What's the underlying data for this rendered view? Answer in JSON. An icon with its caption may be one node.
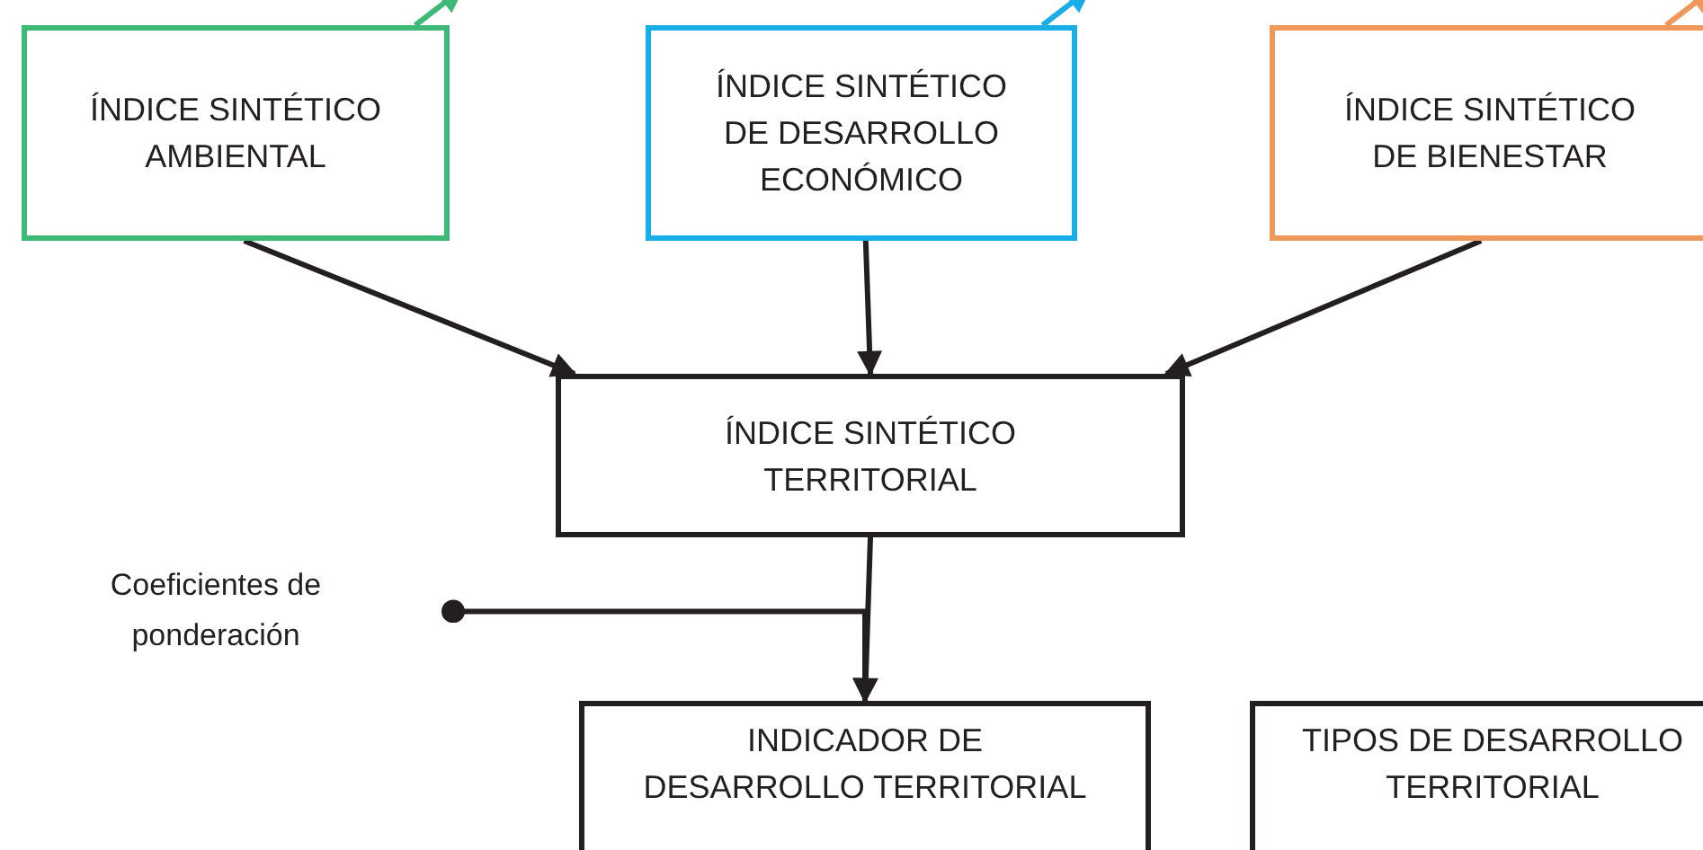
{
  "diagram": {
    "nodes": [
      {
        "text": [
          "ÍNDICE SINTÉTICO AMBIENTAL"
        ]
      },
      {
        "text": [
          "ÍNDICE SINTÉTICO DE DESARROLLO ECONÓMICO"
        ]
      },
      {
        "text": [
          "ÍNDICE SINTÉTICO DE BIENESTAR"
        ]
      },
      {
        "text": [
          "ÍNDICE SINTÉTICO TERRITORIAL"
        ]
      },
      {
        "text": [
          "Coeficientes de ponderación"
        ]
      },
      {
        "text": [
          "INDICADOR DE DESARROLLO TERRITORIAL"
        ]
      },
      {
        "text": [
          "TIPOS DE DESARROLLO TERRITORIAL"
        ]
      }
    ],
    "edges": [
      {
        "from": 0,
        "to": null,
        "arrow": "to",
        "color": "#3dba78"
      },
      {
        "from": 1,
        "to": null,
        "arrow": "to",
        "color": "#1aaee8"
      },
      {
        "from": 2,
        "to": null,
        "arrow": "to",
        "color": "#f0975a"
      },
      {
        "from": 0,
        "to": 3,
        "arrow": "to"
      },
      {
        "from": 1,
        "to": 3,
        "arrow": "to"
      },
      {
        "from": 2,
        "to": 3,
        "arrow": "to"
      },
      {
        "from": 3,
        "to": 5,
        "arrow": "to"
      },
      {
        "from": 4,
        "to": 5,
        "arrow": "to"
      }
    ]
  }
}
